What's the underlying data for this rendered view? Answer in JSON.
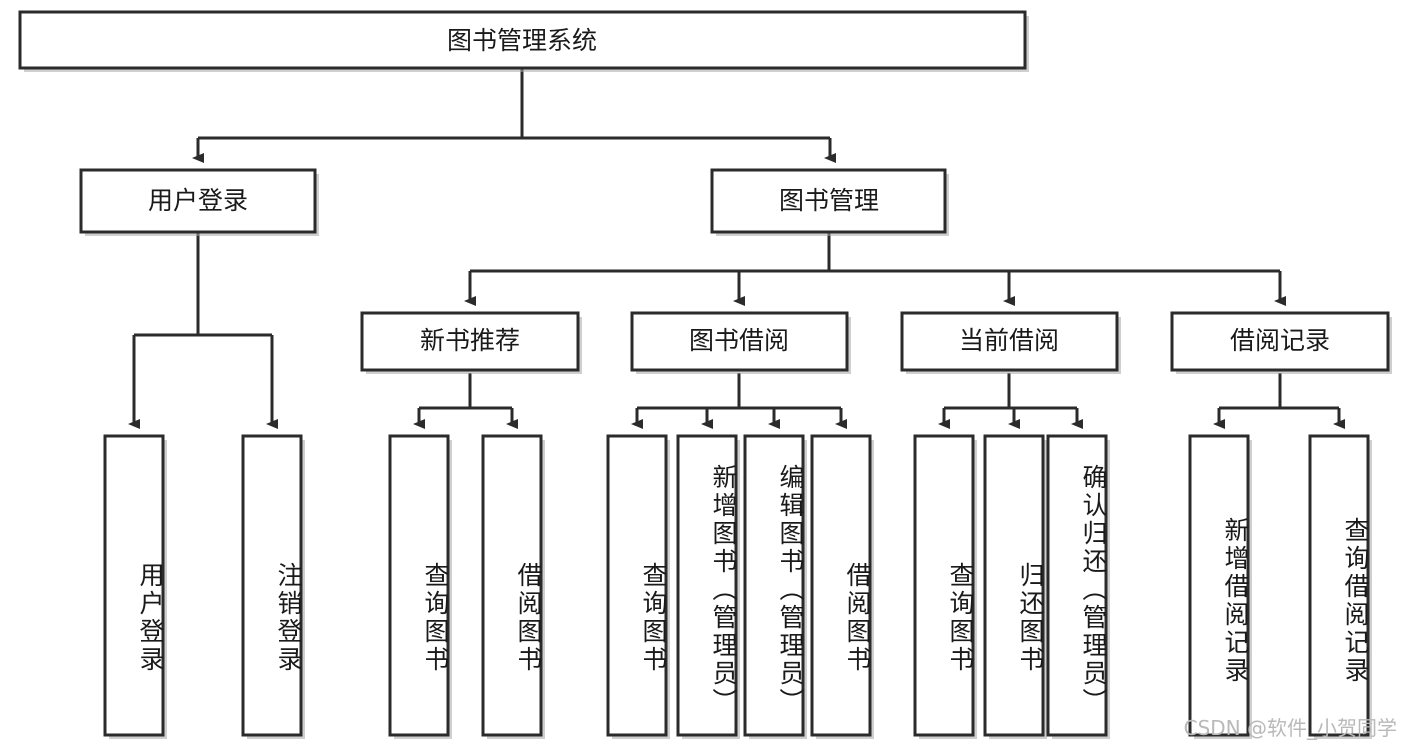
{
  "diagram": {
    "type": "tree",
    "title": "图书管理系统",
    "root": {
      "id": "root",
      "label": "图书管理系统",
      "shape": "rectangle"
    },
    "level2": [
      {
        "id": "user-login",
        "label": "用户登录"
      },
      {
        "id": "book-manage",
        "label": "图书管理"
      }
    ],
    "level3": [
      {
        "id": "new-book-recommend",
        "label": "新书推荐",
        "parent": "book-manage"
      },
      {
        "id": "book-borrow",
        "label": "图书借阅",
        "parent": "book-manage"
      },
      {
        "id": "current-borrow",
        "label": "当前借阅",
        "parent": "book-manage"
      },
      {
        "id": "borrow-record",
        "label": "借阅记录",
        "parent": "book-manage"
      }
    ],
    "leaves": [
      {
        "id": "leaf-user-login",
        "label": "用户登录",
        "parent": "user-login"
      },
      {
        "id": "leaf-logout-login",
        "label": "注销登录",
        "parent": "user-login"
      },
      {
        "id": "leaf-query-book-1",
        "label": "查询图书",
        "parent": "new-book-recommend"
      },
      {
        "id": "leaf-borrow-book-1",
        "label": "借阅图书",
        "parent": "new-book-recommend"
      },
      {
        "id": "leaf-query-book-2",
        "label": "查询图书",
        "parent": "book-borrow"
      },
      {
        "id": "leaf-add-book",
        "label": "新增图书（管理员）",
        "parent": "book-borrow"
      },
      {
        "id": "leaf-edit-book",
        "label": "编辑图书（管理员）",
        "parent": "book-borrow"
      },
      {
        "id": "leaf-borrow-book-2",
        "label": "借阅图书",
        "parent": "book-borrow"
      },
      {
        "id": "leaf-query-book-3",
        "label": "查询图书",
        "parent": "current-borrow"
      },
      {
        "id": "leaf-return-book",
        "label": "归还图书",
        "parent": "current-borrow"
      },
      {
        "id": "leaf-confirm-return",
        "label": "确认归还（管理员）",
        "parent": "current-borrow"
      },
      {
        "id": "leaf-add-record",
        "label": "新增借阅记录",
        "parent": "borrow-record"
      },
      {
        "id": "leaf-query-record",
        "label": "查询借阅记录",
        "parent": "borrow-record"
      }
    ]
  },
  "watermark": {
    "text": "CSDN @软件_小贺同学"
  },
  "colors": {
    "box_stroke": "#2b2b2b",
    "box_fill": "#ffffff",
    "connector": "#2b2b2b",
    "text": "#1a1a1a",
    "watermark": "#b9b9b9",
    "background": "#ffffff"
  }
}
